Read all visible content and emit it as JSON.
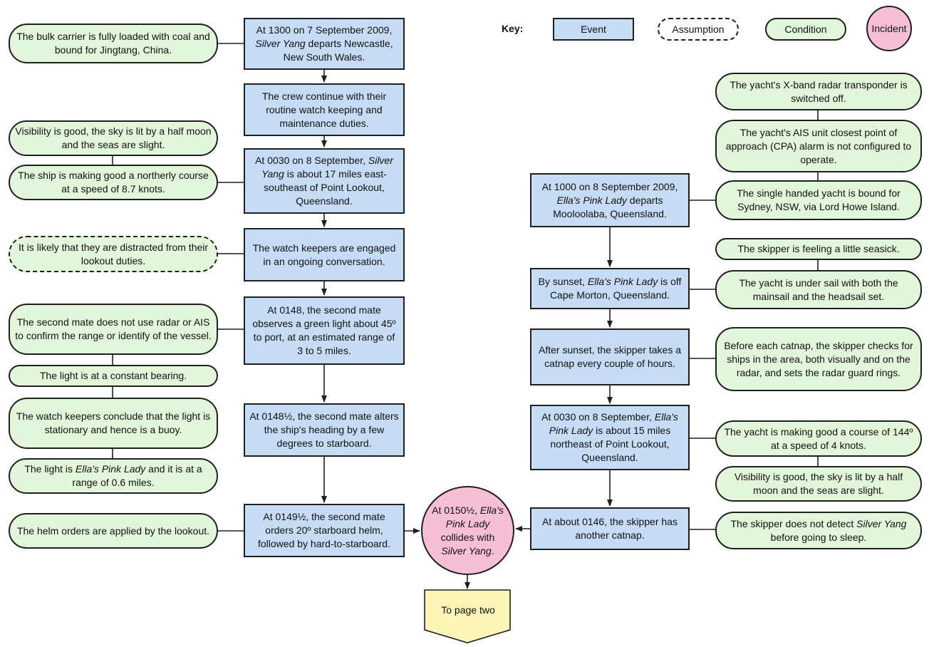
{
  "key": {
    "label": "Key:",
    "event": "Event",
    "assumption": "Assumption",
    "condition": "Condition",
    "incident": "Incident"
  },
  "left_events": [
    {
      "pre": "At 1300 on 7 September 2009, ",
      "em": "Silver Yang",
      "post": " departs Newcastle, New South Wales."
    },
    {
      "pre": "The crew continue with their routine watch keeping and maintenance duties.",
      "em": "",
      "post": ""
    },
    {
      "pre": "At 0030 on 8 September, ",
      "em": "Silver Yang",
      "post": " is about 17 miles east-southeast of Point Lookout, Queensland."
    },
    {
      "pre": "The watch keepers are engaged in an ongoing conversation.",
      "em": "",
      "post": ""
    },
    {
      "pre": "At 0148, the second mate observes a green light about 45º to port, at an estimated range of 3 to 5 miles.",
      "em": "",
      "post": ""
    },
    {
      "pre": "At 0148½, the second mate alters the ship's heading by a few degrees to starboard.",
      "em": "",
      "post": ""
    },
    {
      "pre": "At 0149½, the second mate orders 20º starboard helm, followed by hard-to-starboard.",
      "em": "",
      "post": ""
    }
  ],
  "left_conditions": [
    {
      "pre": "The bulk carrier is fully loaded with coal and bound for Jingtang, China.",
      "em": "",
      "post": ""
    },
    {
      "pre": "Visibility is good, the sky is lit by a half moon and the seas are slight.",
      "em": "",
      "post": ""
    },
    {
      "pre": "The ship is making good a northerly course at a speed of 8.7 knots.",
      "em": "",
      "post": ""
    },
    {
      "pre": "It is likely that they are distracted from their lookout duties.",
      "em": "",
      "post": ""
    },
    {
      "pre": "The second mate does not use radar or AIS to confirm the range or identify of the vessel.",
      "em": "",
      "post": ""
    },
    {
      "pre": "The light is at a constant bearing.",
      "em": "",
      "post": ""
    },
    {
      "pre": "The watch keepers conclude that the light is stationary and hence is a buoy.",
      "em": "",
      "post": ""
    },
    {
      "pre": "The light is ",
      "em": "Ella's Pink Lady",
      "post": " and it is at a range of 0.6 miles."
    },
    {
      "pre": "The helm orders are applied by the lookout.",
      "em": "",
      "post": ""
    }
  ],
  "right_events": [
    {
      "pre": "At 1000 on 8 September 2009, ",
      "em": "Ella's Pink Lady",
      "post": " departs Mooloolaba, Queensland."
    },
    {
      "pre": "By sunset, ",
      "em": "Ella's Pink Lady",
      "post": " is off Cape Morton, Queensland."
    },
    {
      "pre": "After sunset, the skipper takes a catnap every couple of hours.",
      "em": "",
      "post": ""
    },
    {
      "pre": "At 0030 on 8 September, ",
      "em": "Ella's Pink Lady",
      "post": " is about 15 miles northeast of Point Lookout, Queensland."
    },
    {
      "pre": "At about 0146, the skipper has another catnap.",
      "em": "",
      "post": ""
    }
  ],
  "right_conditions": [
    {
      "pre": "The yacht's X-band radar transponder is switched off.",
      "em": "",
      "post": ""
    },
    {
      "pre": "The yacht's AIS unit closest point of approach (CPA)  alarm is not configured to operate.",
      "em": "",
      "post": ""
    },
    {
      "pre": "The single handed yacht is bound for Sydney, NSW, via Lord Howe Island.",
      "em": "",
      "post": ""
    },
    {
      "pre": "The skipper is feeling a little seasick.",
      "em": "",
      "post": ""
    },
    {
      "pre": "The yacht is under sail with both the mainsail and the headsail set.",
      "em": "",
      "post": ""
    },
    {
      "pre": "Before each catnap, the skipper checks for ships in the area, both visually and on the radar, and sets the radar guard rings.",
      "em": "",
      "post": ""
    },
    {
      "pre": "The yacht is making good a course of 144º at a speed of 4 knots.",
      "em": "",
      "post": ""
    },
    {
      "pre": "Visibility is good, the sky is lit by a half moon and the seas are slight.",
      "em": "",
      "post": ""
    },
    {
      "pre": "The skipper does not detect ",
      "em": "Silver Yang",
      "post": " before going to sleep."
    }
  ],
  "incident": {
    "pre": "At 0150½, ",
    "em": "Ella's Pink Lady",
    "post": " collides with ",
    "em2": "Silver Yang",
    "post2": "."
  },
  "next_page": "To page two"
}
